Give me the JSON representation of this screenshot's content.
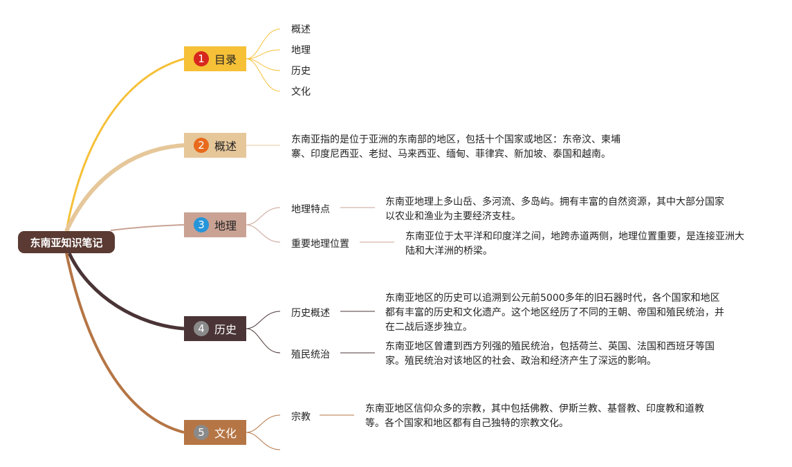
{
  "root": {
    "title": "东南亚知识笔记"
  },
  "branches": [
    {
      "num": "1",
      "label": "目录",
      "color": "#f6c037",
      "badge_color": "#d7261e"
    },
    {
      "num": "2",
      "label": "概述",
      "color": "#e6c79a",
      "badge_color": "#e86a1c"
    },
    {
      "num": "3",
      "label": "地理",
      "color": "#c9a294",
      "badge_color": "#2795d9"
    },
    {
      "num": "4",
      "label": "历史",
      "color": "#4a3436",
      "badge_color": "#8a8a8a"
    },
    {
      "num": "5",
      "label": "文化",
      "color": "#b57545",
      "badge_color": "#8a8a8a"
    }
  ],
  "toc": [
    "概述",
    "地理",
    "历史",
    "文化"
  ],
  "overview": {
    "text": "东南亚指的是位于亚洲的东南部的地区，包括十个国家或地区：东帝汶、柬埔寨、印度尼西亚、老挝、马来西亚、缅甸、菲律宾、新加坡、泰国和越南。"
  },
  "geography": {
    "features_label": "地理特点",
    "features_text": "东南亚地理上多山岳、多河流、多岛屿。拥有丰富的自然资源，其中大部分国家以农业和渔业为主要经济支柱。",
    "location_label": "重要地理位置",
    "location_text": "东南亚位于太平洋和印度洋之间，地跨赤道两侧，地理位置重要，是连接亚洲大陆和大洋洲的桥梁。"
  },
  "history": {
    "overview_label": "历史概述",
    "overview_text": "东南亚地区的历史可以追溯到公元前5000多年的旧石器时代，各个国家和地区都有丰富的历史和文化遗产。这个地区经历了不同的王朝、帝国和殖民统治，并在二战后逐步独立。",
    "colonial_label": "殖民统治",
    "colonial_text": "东南亚地区曾遭到西方列强的殖民统治，包括荷兰、英国、法国和西班牙等国家。殖民统治对该地区的社会、政治和经济产生了深远的影响。"
  },
  "culture": {
    "religion_label": "宗教",
    "religion_text": "东南亚地区信仰众多的宗教，其中包括佛教、伊斯兰教、基督教、印度教和道教等。各个国家和地区都有自己独特的宗教文化。"
  }
}
